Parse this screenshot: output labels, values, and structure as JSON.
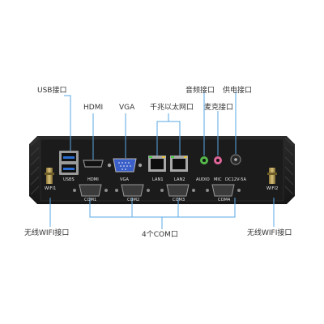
{
  "callouts": {
    "usb": "USB接口",
    "hdmi": "HDMI",
    "vga": "VGA",
    "lan": "千兆以太网口",
    "audio": "音频接口",
    "power": "供电接口",
    "mic": "麦克接口",
    "wifi_left": "无线WIFI接口",
    "com": "4个COM口",
    "wifi_right": "无线WIFI接口"
  },
  "panel_labels": {
    "wifi1": "WIFI1",
    "usbs": "USBS",
    "hdmi": "HDMI",
    "vga": "VGA",
    "lan1": "LAN1",
    "lan2": "LAN2",
    "audio": "AUDIO",
    "mic": "MIC",
    "dc": "DC12V-5A",
    "wifi2": "WIFI2",
    "com1": "COM1",
    "com2": "COM2",
    "com3": "COM3",
    "com4": "COM4"
  },
  "colors": {
    "case": "#1e1e1e",
    "fins": "#2c2c2c",
    "usb_blue": "#2b6fd6",
    "vga_blue": "#3a5fc8",
    "lan_led_green": "#3fcf3f",
    "lan_led_yellow": "#e6c23a",
    "audio_green": "#55b84a",
    "mic_pink": "#e0669a",
    "antenna_gold": "#b39a52",
    "leader_line": "#5aa9e6"
  }
}
